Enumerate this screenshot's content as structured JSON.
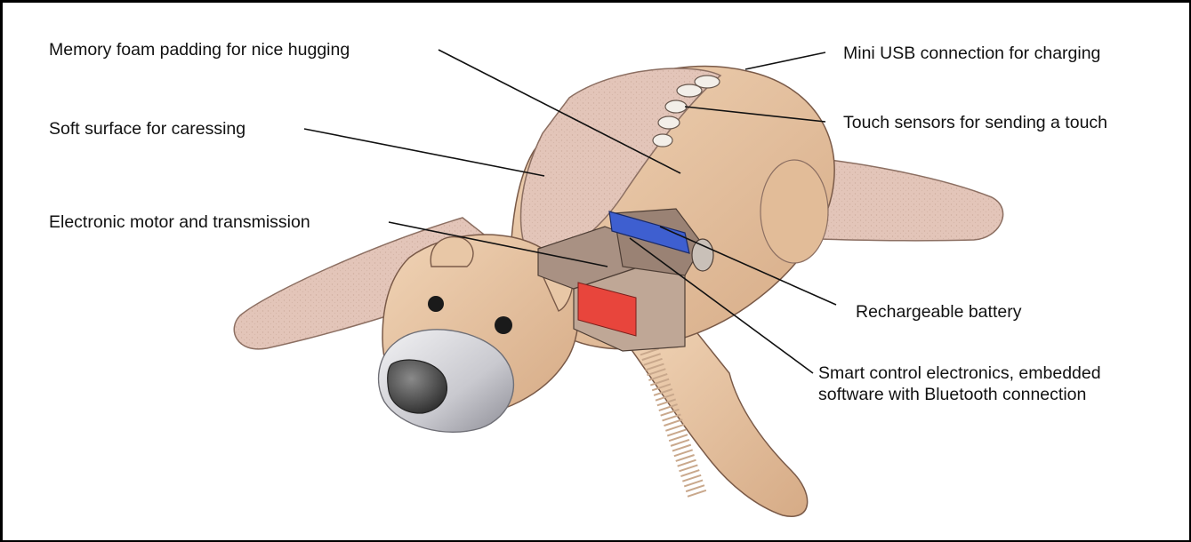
{
  "labels": {
    "memory_foam": "Memory foam padding for nice hugging",
    "soft_surface": "Soft surface for caressing",
    "motor": "Electronic motor and transmission",
    "usb": "Mini USB connection for charging",
    "touch": "Touch sensors for sending a touch",
    "battery": "Rechargeable battery",
    "control_line1": "Smart control electronics, embedded",
    "control_line2": "software with Bluetooth connection"
  },
  "colors": {
    "fur": "#e2c4b8",
    "body": "#e8c7a6",
    "body_shade": "#d9b08c",
    "muzzle": "#d7d7dc",
    "nose": "#4a4a4a",
    "battery_blue": "#3e5fd0",
    "board_red": "#e8453c",
    "gearbox": "#a08b7d"
  }
}
